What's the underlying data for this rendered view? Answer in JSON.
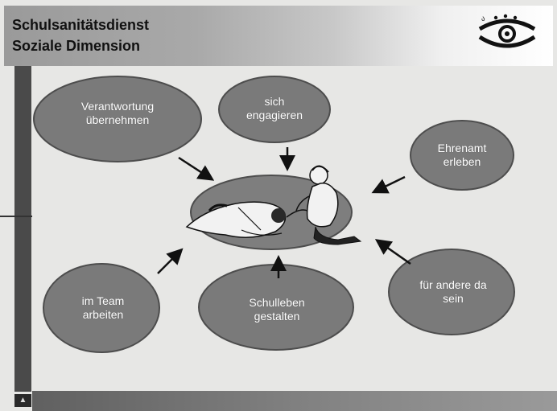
{
  "header": {
    "title": "Schulsanitätsdienst",
    "subtitle": "Soziale Dimension",
    "logo_icon": "eye-logo-icon"
  },
  "diagram": {
    "center_figure": "first-aid-scene-figure",
    "nodes": [
      {
        "id": "verantwortung",
        "line1": "Verantwortung",
        "line2": "übernehmen"
      },
      {
        "id": "engagieren",
        "line1": "sich",
        "line2": "engagieren"
      },
      {
        "id": "ehrenamt",
        "line1": "Ehrenamt",
        "line2": "erleben"
      },
      {
        "id": "andere",
        "line1": "für andere da",
        "line2": "sein"
      },
      {
        "id": "schulleben",
        "line1": "Schulleben",
        "line2": "gestalten"
      },
      {
        "id": "team",
        "line1": "im Team",
        "line2": "arbeiten"
      }
    ]
  },
  "colors": {
    "oval_fill": "#7a7a7a",
    "oval_stroke": "#4d4d4d",
    "header_dark": "#9a9a9a",
    "sidebar": "#4a4a4a"
  }
}
